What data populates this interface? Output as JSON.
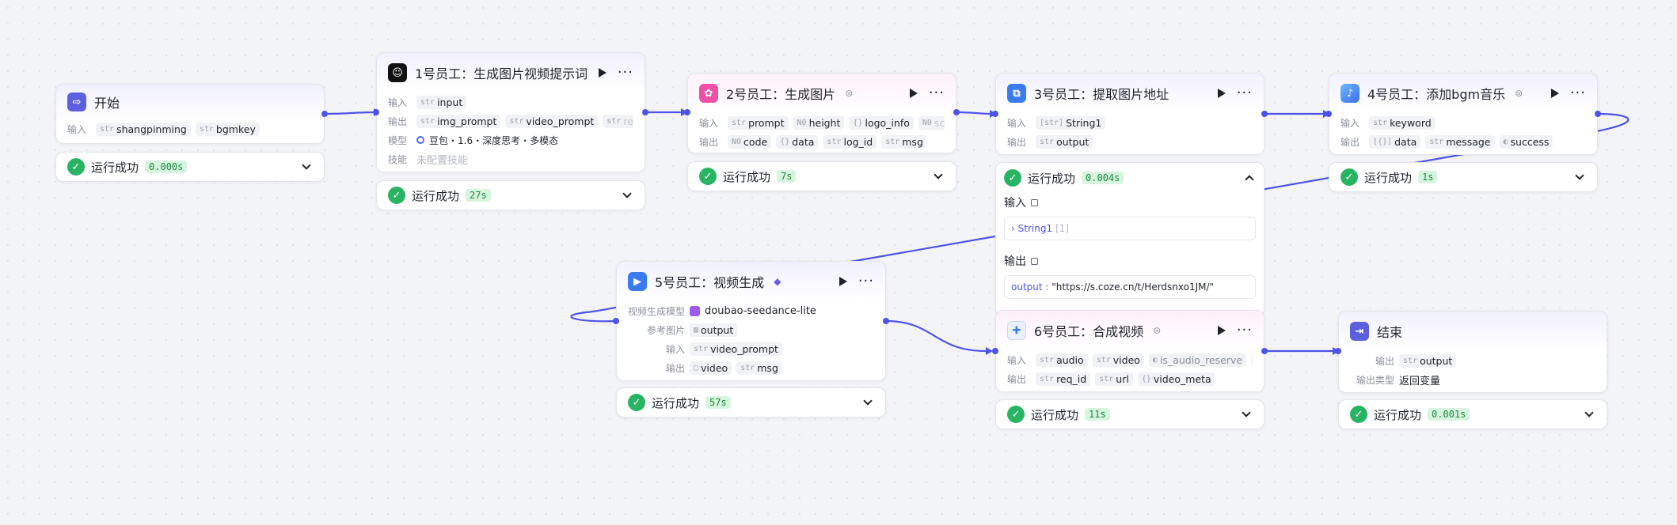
{
  "nodes": {
    "start": {
      "title": "开始",
      "input_label": "输入",
      "inputs": [
        {
          "type": "str",
          "name": "shangpinming"
        },
        {
          "type": "str",
          "name": "bgmkey"
        }
      ],
      "status": "运行成功",
      "time": "0.000s"
    },
    "n1": {
      "title": "1号员工：生成图片视频提示词",
      "input_label": "输入",
      "output_label": "输出",
      "model_label": "模型",
      "skill_label": "技能",
      "inputs": [
        {
          "type": "str",
          "name": "input"
        }
      ],
      "outputs": [
        {
          "type": "str",
          "name": "img_prompt"
        },
        {
          "type": "str",
          "name": "video_prompt"
        },
        {
          "type": "str",
          "name": "reas"
        }
      ],
      "model": "豆包・1.6・深度思考・多模态",
      "skill": "未配置技能",
      "more": "···",
      "status": "运行成功",
      "time": "27s"
    },
    "n2": {
      "title": "2号员工：生成图片",
      "input_label": "输入",
      "output_label": "输出",
      "inputs": [
        {
          "type": "str",
          "name": "prompt"
        },
        {
          "type": "N0",
          "name": "height"
        },
        {
          "type": "{}",
          "name": "logo_info"
        },
        {
          "type": "N0",
          "name": "sc"
        }
      ],
      "outputs": [
        {
          "type": "N0",
          "name": "code"
        },
        {
          "type": "{}",
          "name": "data"
        },
        {
          "type": "str",
          "name": "log_id"
        },
        {
          "type": "str",
          "name": "msg"
        }
      ],
      "more": "···",
      "status": "运行成功",
      "time": "7s"
    },
    "n3": {
      "title": "3号员工：提取图片地址",
      "input_label": "输入",
      "output_label": "输出",
      "inputs": [
        {
          "type": "[str]",
          "name": "String1"
        }
      ],
      "outputs": [
        {
          "type": "str",
          "name": "output"
        }
      ],
      "status": "运行成功",
      "time": "0.004s",
      "detail": {
        "input_title": "输入",
        "input_value_key": "String1",
        "input_value_count": "[1]",
        "output_title": "输出",
        "output_key": "output",
        "output_value": "\"https://s.coze.cn/t/Herdsnxo1JM/\""
      }
    },
    "n4": {
      "title": "4号员工：添加bgm音乐",
      "input_label": "输入",
      "output_label": "输出",
      "inputs": [
        {
          "type": "str",
          "name": "keyword"
        }
      ],
      "outputs": [
        {
          "type": "[{}]",
          "name": "data"
        },
        {
          "type": "str",
          "name": "message"
        },
        {
          "type": "◐",
          "name": "success"
        }
      ],
      "status": "运行成功",
      "time": "1s"
    },
    "n5": {
      "title": "5号员工：视频生成",
      "model_label": "视频生成模型",
      "ref_label": "参考图片",
      "input_label": "输入",
      "output_label": "输出",
      "model": "doubao-seedance-lite",
      "ref": "output",
      "inputs": [
        {
          "type": "str",
          "name": "video_prompt"
        }
      ],
      "outputs": [
        {
          "type": "▢",
          "name": "video"
        },
        {
          "type": "str",
          "name": "msg"
        }
      ],
      "status": "运行成功",
      "time": "57s"
    },
    "n6": {
      "title": "6号员工：合成视频",
      "input_label": "输入",
      "output_label": "输出",
      "inputs": [
        {
          "type": "str",
          "name": "audio"
        },
        {
          "type": "str",
          "name": "video"
        },
        {
          "type": "◐",
          "name": "is_audio_reserve"
        }
      ],
      "outputs": [
        {
          "type": "str",
          "name": "req_id"
        },
        {
          "type": "str",
          "name": "url"
        },
        {
          "type": "{}",
          "name": "video_meta"
        }
      ],
      "more": "···",
      "status": "运行成功",
      "time": "11s"
    },
    "end": {
      "title": "结束",
      "output_label": "输出",
      "output_type_label": "输出类型",
      "outputs": [
        {
          "type": "str",
          "name": "output"
        }
      ],
      "output_type": "返回变量",
      "status": "运行成功",
      "time": "0.001s"
    }
  },
  "colors": {
    "accent": "#4d53e8",
    "success": "#28b463",
    "success_badge_bg": "#d7f4df"
  },
  "icons": {
    "start": "start-icon",
    "n1": "ai-robot-icon",
    "n2": "image-gen-icon",
    "n3": "code-extract-icon",
    "n4": "music-icon",
    "n5": "video-gen-icon",
    "n6": "video-merge-icon",
    "end": "end-icon"
  }
}
